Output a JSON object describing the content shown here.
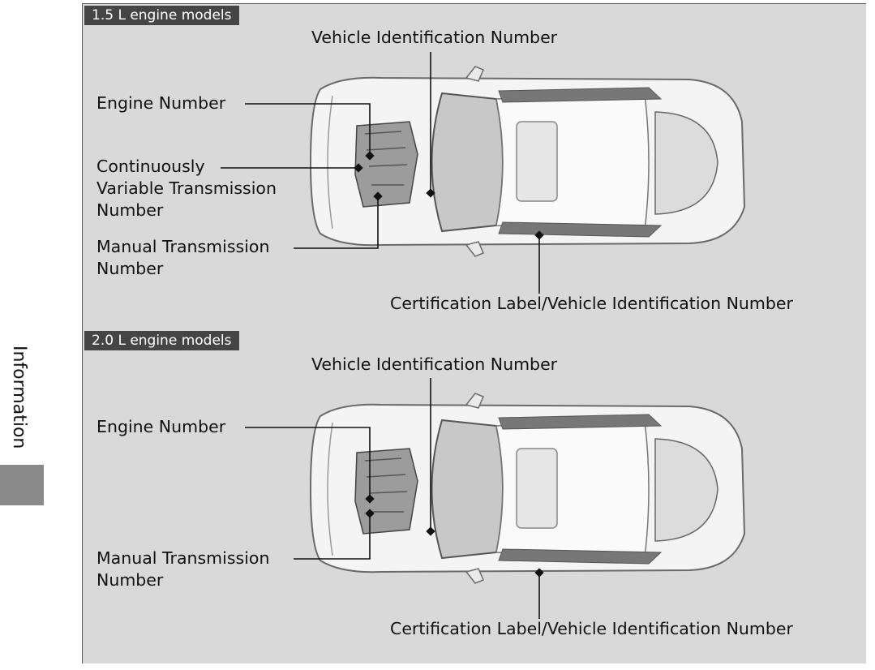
{
  "side_tab": {
    "label": "Information"
  },
  "sections": [
    {
      "tag": "1.5 L engine models",
      "labels": {
        "vin_top": "Vehicle Identification Number",
        "engine": "Engine Number",
        "cvt": [
          "Continuously",
          "Variable Transmission",
          "Number"
        ],
        "manual": [
          "Manual Transmission",
          "Number"
        ],
        "cert": "Certification Label/Vehicle Identification Number"
      }
    },
    {
      "tag": "2.0 L engine models",
      "labels": {
        "vin_top": "Vehicle Identification Number",
        "engine": "Engine Number",
        "manual": [
          "Manual Transmission",
          "Number"
        ],
        "cert": "Certification Label/Vehicle Identification Number"
      }
    }
  ],
  "colors": {
    "panel": "#d9d9d9",
    "tag_bg": "#454545",
    "text": "#111111"
  }
}
